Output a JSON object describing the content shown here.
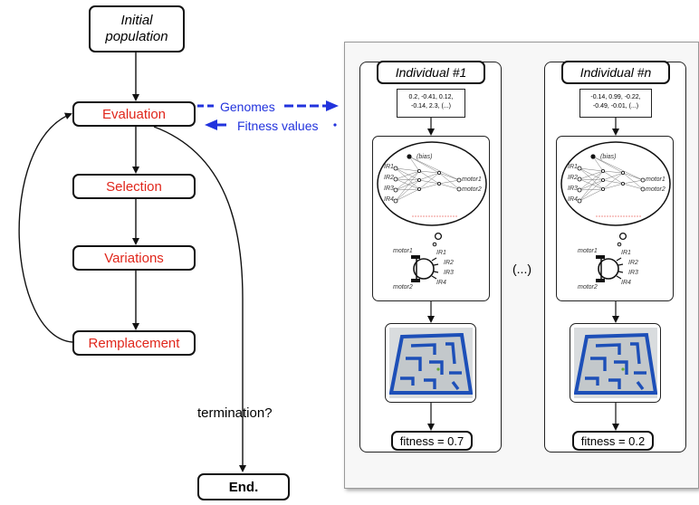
{
  "flow": {
    "initial_l1": "Initial",
    "initial_l2": "population",
    "evaluation": "Evaluation",
    "selection": "Selection",
    "variations": "Variations",
    "replacement": "Remplacement",
    "termination": "termination?",
    "end": "End."
  },
  "links": {
    "genomes": "Genomes",
    "fitness_values": "Fitness values"
  },
  "individuals": [
    {
      "title": "Individual #1",
      "genome_l1": "0.2, -0.41, 0.12,",
      "genome_l2": "-0.14, 2.3, (...)",
      "fitness": "fitness = 0.7"
    },
    {
      "title": "Individual #n",
      "genome_l1": "-0.14, 0.99, -0.22,",
      "genome_l2": "-0.49, -0.01, (...)",
      "fitness": "fitness = 0.2"
    }
  ],
  "ellipsis": "(...)",
  "network": {
    "bias": "(bias)",
    "inputs": [
      "IR1",
      "IR2",
      "IR3",
      "IR4"
    ],
    "outputs": [
      "motor1",
      "motor2"
    ]
  },
  "robot": {
    "motor_top": "motor1",
    "motor_bottom": "motor2",
    "sensors": [
      "IR1",
      "IR2",
      "IR3",
      "IR4"
    ]
  },
  "colors": {
    "stage_text": "#e0261b",
    "link_blue": "#2233dd",
    "maze_wall": "#1d4fb8",
    "maze_floor": "#cfd3d6"
  },
  "icons": [
    "neural-network-icon",
    "robot-icon",
    "maze-simulation-icon"
  ]
}
